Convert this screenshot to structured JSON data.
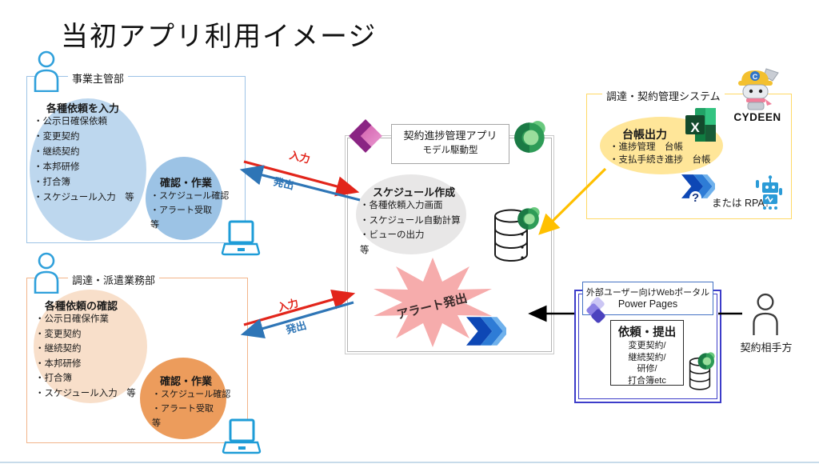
{
  "title": "当初アプリ利用イメージ",
  "colors": {
    "blue_light": "#BDD7EE",
    "blue_mid": "#9CC3E5",
    "orange_light": "#F8DFCA",
    "orange_mid": "#EC9C5C",
    "gray_ellipse": "#E8E7E7",
    "star_pink": "#F6ACAC",
    "yellow_ellipse": "#FFE699",
    "arrow_red": "#E2251B",
    "arrow_blue": "#2E75B6",
    "arrow_yellow": "#FFC000"
  },
  "dept_top": {
    "label": "事業主管部",
    "input_circle": {
      "title": "各種依頼を入力",
      "items": [
        "・公示日確保依頼",
        "・変更契約",
        "・継続契約",
        "・本邦研修",
        "・打合簿",
        "・スケジュール入力　等"
      ]
    },
    "work_circle": {
      "title": "確認・作業",
      "items": [
        "・スケジュール確認",
        "・アラート受取",
        "等"
      ]
    }
  },
  "dept_bottom": {
    "label": "調達・派遣業務部",
    "input_circle": {
      "title": "各種依頼の確認",
      "items": [
        "・公示日確保作業",
        "・変更契約",
        "・継続契約",
        "・本邦研修",
        "・打合簿",
        "・スケジュール入力　等"
      ]
    },
    "work_circle": {
      "title": "確認・作業",
      "items": [
        "・スケジュール確認",
        "・アラート受取",
        "等"
      ]
    }
  },
  "arrows": {
    "input_label": "入力",
    "issue_label": "発出"
  },
  "app": {
    "title_line1": "契約進捗管理アプリ",
    "title_line2": "モデル駆動型",
    "schedule": {
      "title": "スケジュール作成",
      "items": [
        "・各種依頼入力画面",
        "・スケジュール自動計算",
        "・ビューの出力",
        "等"
      ]
    },
    "alert_label": "アラート発出"
  },
  "cydeen": {
    "label": "調達・契約管理システム",
    "mascot_name": "CYDEEN",
    "helmet_letter": "C",
    "ledger": {
      "title": "台帳出力",
      "items": [
        "・進捗管理　台帳",
        "・支払手続き進捗　台帳"
      ]
    },
    "question_mark": "?",
    "rpa_note": "または  RPA?"
  },
  "portal": {
    "label_line1": "外部ユーザー向けWebポータル",
    "label_line2": "Power Pages",
    "request_box": {
      "title": "依頼・提出",
      "items": [
        "変更契約/",
        "継続契約/",
        "研修/",
        "打合簿etc"
      ]
    }
  },
  "partner_label": "契約相手方",
  "icons": {
    "excel_letter": "X",
    "power_apps": "power-apps-icon",
    "power_automate": "power-automate-icon",
    "power_pages": "power-pages-icon",
    "dataverse": "dataverse-icon",
    "database": "database-icon",
    "person": "person-icon",
    "laptop": "laptop-icon",
    "robot": "robot-icon"
  }
}
